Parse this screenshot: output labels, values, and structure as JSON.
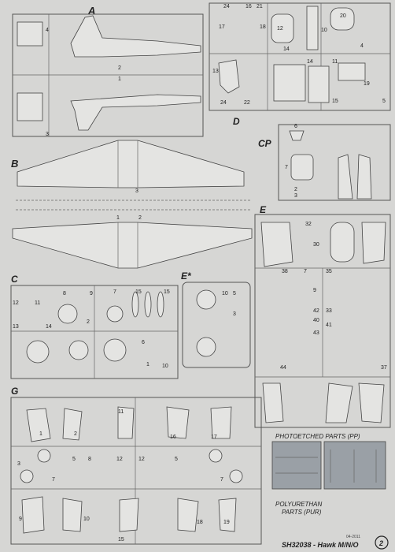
{
  "sprues": {
    "A": "A",
    "B": "B",
    "C": "C",
    "CP": "CP",
    "D": "D",
    "E": "E",
    "E_star": "E*",
    "G": "G"
  },
  "sections": {
    "photoetched": "PHOTOETCHED PARTS (PP)",
    "polyurethan_line1": "POLYURETHAN",
    "polyurethan_line2": "PARTS (PUR)"
  },
  "footer": {
    "code": "SH32038 - Hawk M/N/O",
    "date": "04-2011",
    "page": "2"
  }
}
